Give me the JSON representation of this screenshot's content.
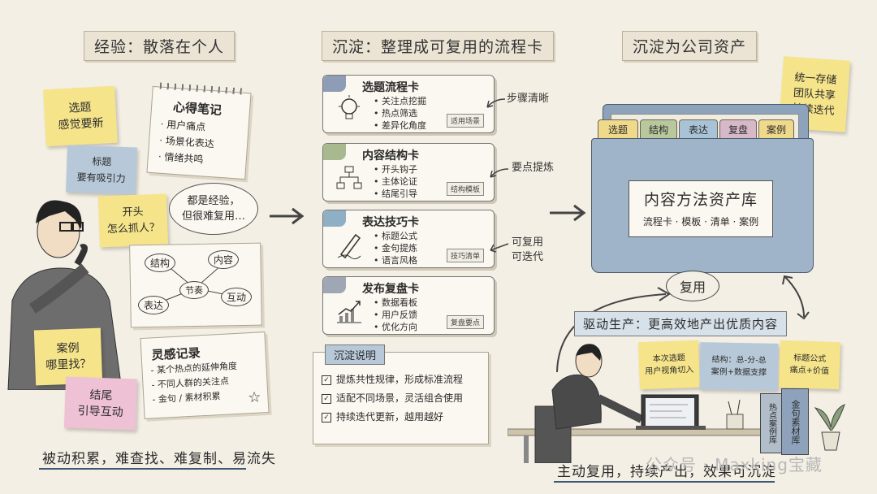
{
  "left": {
    "title": "经验：散落在个人",
    "stickies": {
      "topic": "选题\n感觉要新",
      "headline": "标题\n要有吸引力",
      "opening": "开头\n怎么抓人？",
      "cases": "案例\n哪里找？",
      "ending": "结尾\n引导互动"
    },
    "notes": {
      "title": "心得笔记",
      "items": [
        "用户痛点",
        "场景化表达",
        "情绪共鸣"
      ]
    },
    "thought_bubble": "都是经验，\n但很难复用…",
    "mindmap": {
      "center": "节奏",
      "nodes": [
        "结构",
        "内容",
        "表达",
        "互动"
      ]
    },
    "inspiration": {
      "title": "灵感记录",
      "items": [
        "某个热点的延伸角度",
        "不同人群的关注点",
        "金句 / 素材积累"
      ]
    },
    "footer": "被动积累，难查找、难复制、易流失"
  },
  "middle": {
    "title": "沉淀：整理成可复用的流程卡",
    "cards": [
      {
        "title": "选题流程卡",
        "items": [
          "关注点挖掘",
          "热点筛选",
          "差异化角度"
        ],
        "tag": "适用场景",
        "icon": "lightbulb-icon",
        "color": "#8e9db5"
      },
      {
        "title": "内容结构卡",
        "items": [
          "开头钩子",
          "主体论证",
          "结尾引导"
        ],
        "tag": "结构模板",
        "icon": "hierarchy-icon",
        "color": "#a8b98f"
      },
      {
        "title": "表达技巧卡",
        "items": [
          "标题公式",
          "金句提炼",
          "语言风格"
        ],
        "tag": "技巧清单",
        "icon": "pen-icon",
        "color": "#8fb0c4"
      },
      {
        "title": "发布复盘卡",
        "items": [
          "数据看板",
          "用户反馈",
          "优化方向"
        ],
        "tag": "复盘要点",
        "icon": "chart-up-icon",
        "color": "#9fa6b4"
      }
    ],
    "labels": {
      "steps": "步骤清晰",
      "points": "要点提炼",
      "reuse": "可复用\n可迭代"
    },
    "summary": {
      "title": "沉淀说明",
      "items": [
        "提炼共性规律，形成标准流程",
        "适配不同场景，灵活组合使用",
        "持续迭代更新，越用越好"
      ]
    }
  },
  "right": {
    "title": "沉淀为公司资产",
    "unified": "统一存储\n团队共享\n持续迭代",
    "folder": {
      "tabs": [
        "选题",
        "结构",
        "表达",
        "复盘",
        "案例"
      ],
      "label_title": "内容方法资产库",
      "label_sub": "流程卡 · 模板 · 清单 · 案例"
    },
    "reuse": "复用",
    "production": {
      "title": "驱动生产：更高效地产出优质内容",
      "notes": [
        "本次选题\n用户视角切入",
        "结构：总-分-总\n案例+数据支撑",
        "标题公式\n痛点+价值"
      ],
      "books": [
        "热点案例库",
        "金句素材库"
      ]
    },
    "footer": "主动复用，持续产出，效果可沉淀"
  },
  "watermark": "公众号 · Maxking宝藏",
  "colors": {
    "sticky_yellow": "#f6e48a",
    "sticky_blue": "#b7c9d8",
    "sticky_pink": "#eec1d4",
    "folder_blue": "#9fb3c9",
    "tab_yellow": "#efd98a"
  }
}
